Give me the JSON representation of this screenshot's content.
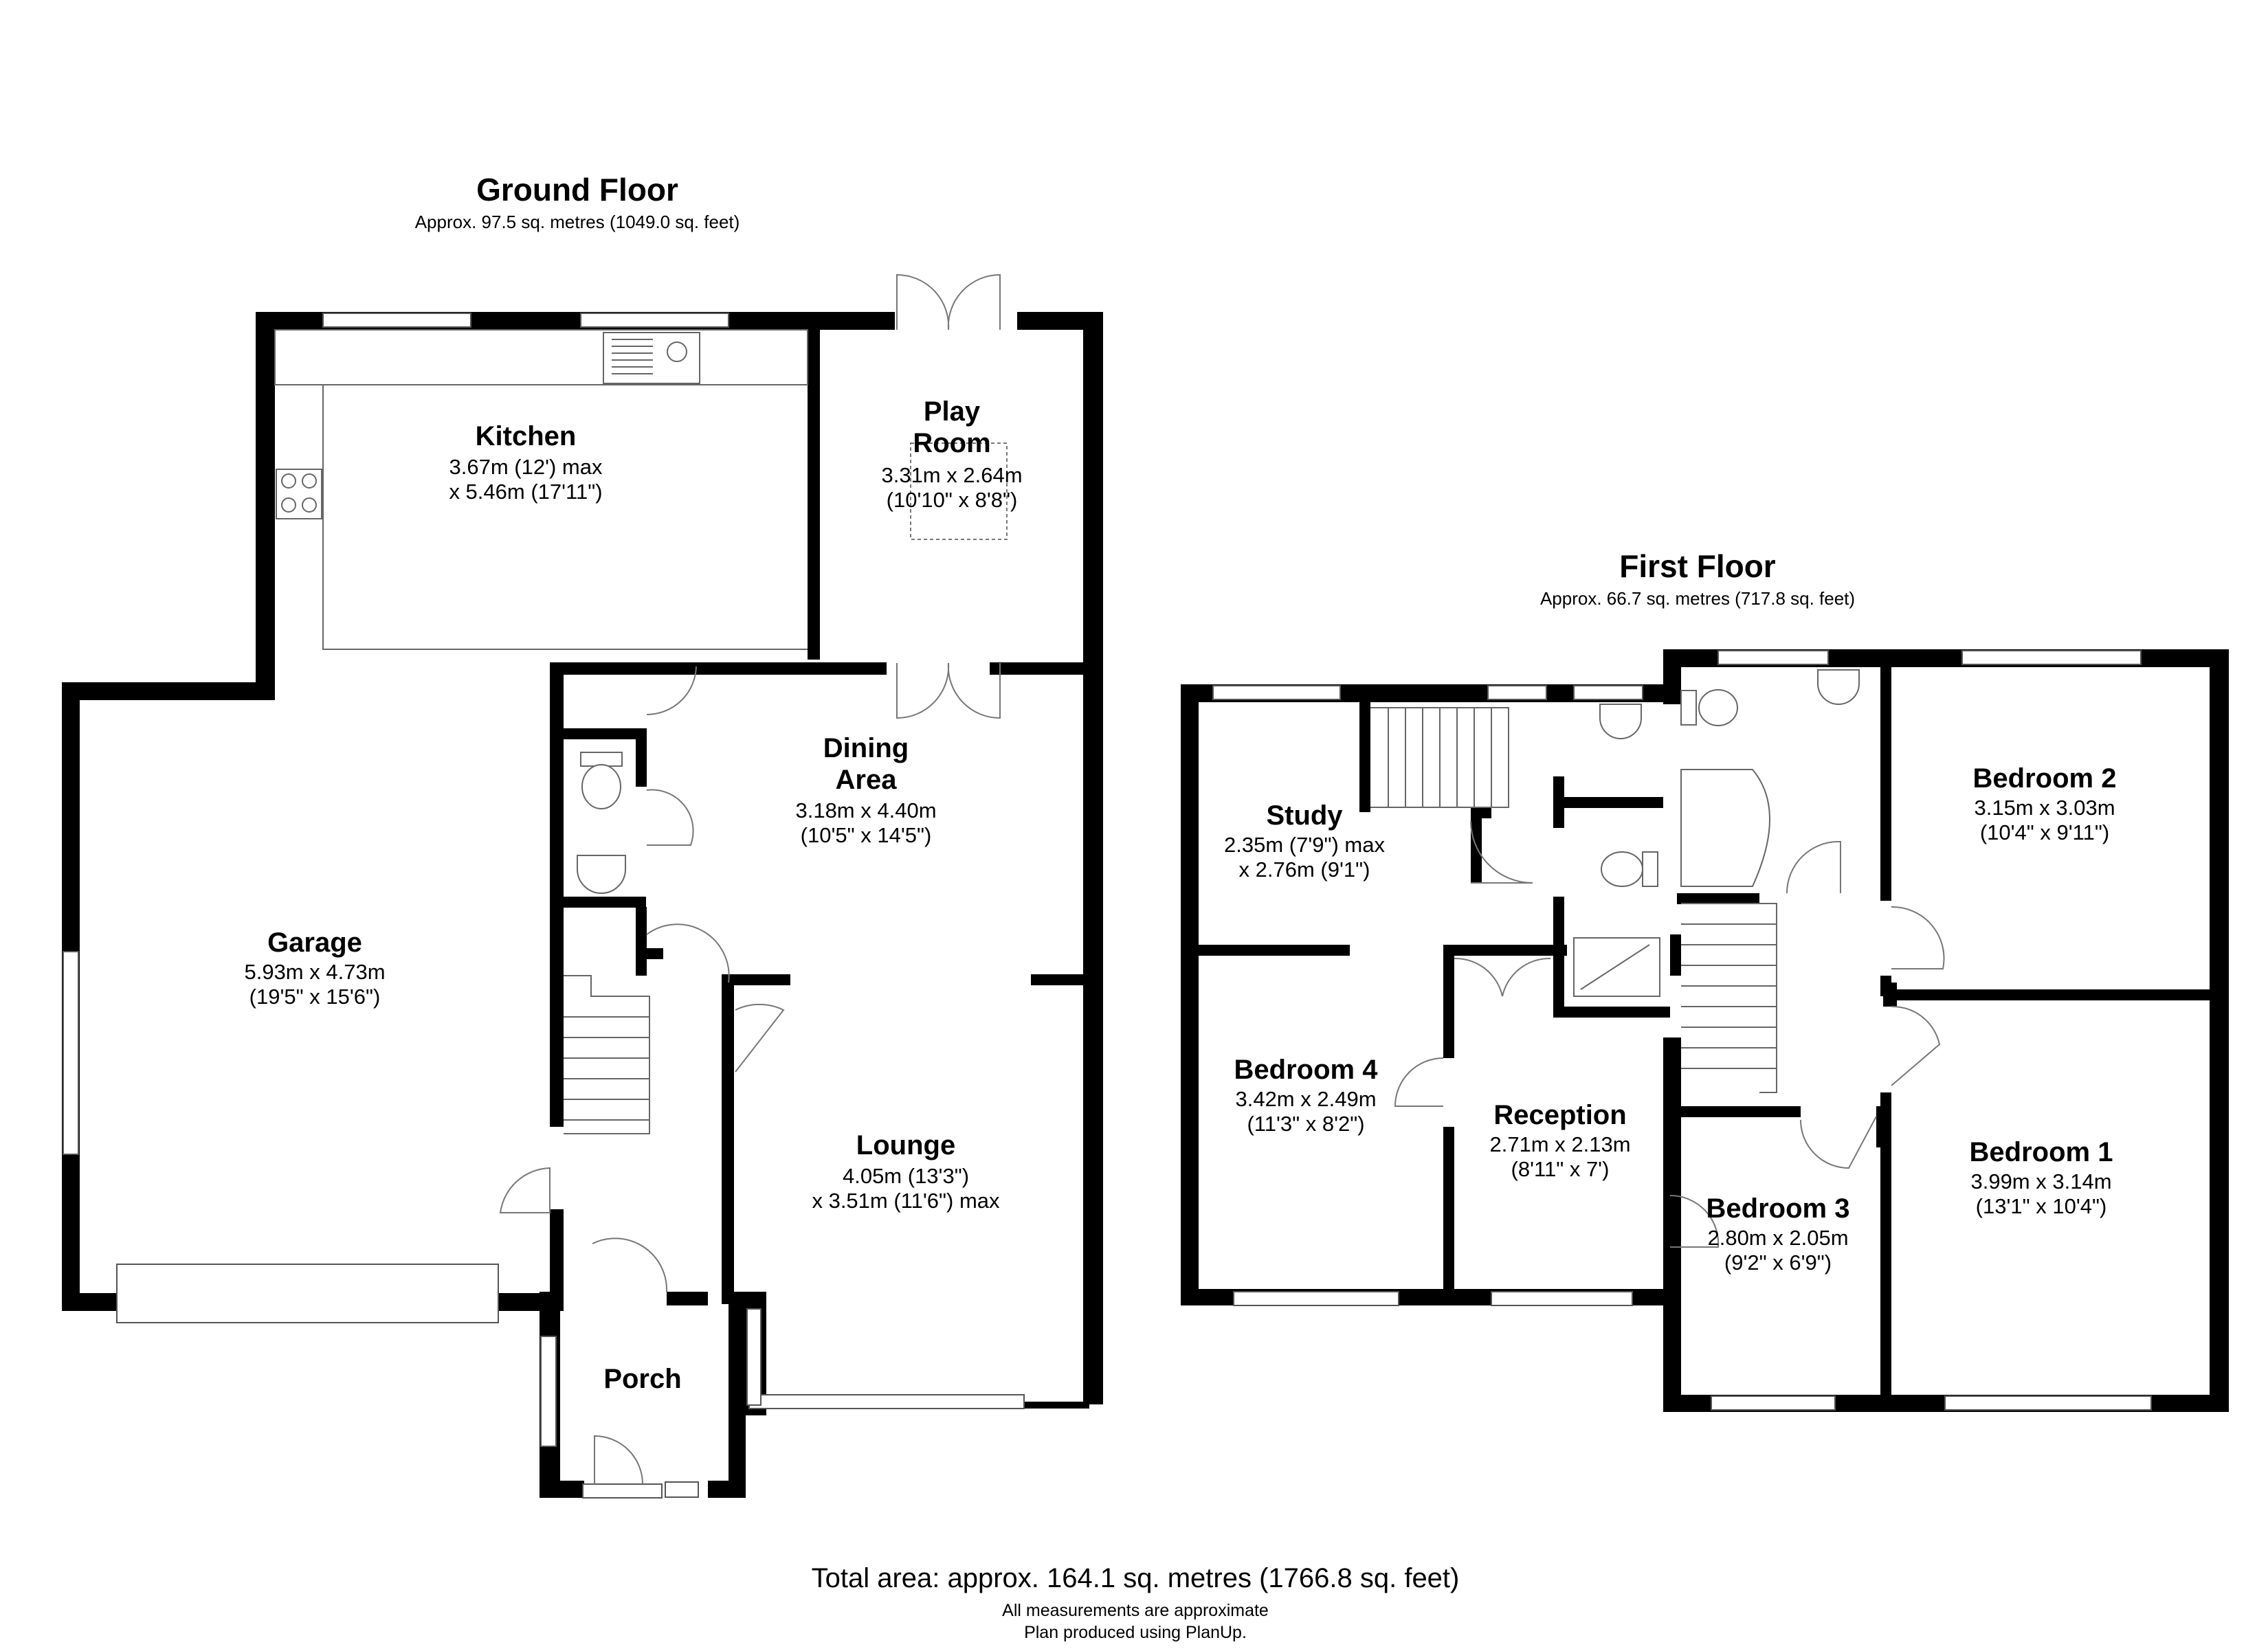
{
  "ground_floor": {
    "title": "Ground Floor",
    "area": "Approx. 97.5 sq. metres (1049.0 sq. feet)",
    "rooms": {
      "kitchen": {
        "name": "Kitchen",
        "dim1": "3.67m (12') max",
        "dim2": "x 5.46m (17'11\")"
      },
      "play_room": {
        "name1": "Play",
        "name2": "Room",
        "dim1": "3.31m x 2.64m",
        "dim2": "(10'10\" x 8'8\")"
      },
      "dining_area": {
        "name1": "Dining",
        "name2": "Area",
        "dim1": "3.18m x 4.40m",
        "dim2": "(10'5\" x 14'5\")"
      },
      "garage": {
        "name": "Garage",
        "dim1": "5.93m x 4.73m",
        "dim2": "(19'5\" x 15'6\")"
      },
      "lounge": {
        "name": "Lounge",
        "dim1": "4.05m (13'3\")",
        "dim2": "x 3.51m (11'6\") max"
      },
      "porch": {
        "name": "Porch"
      }
    }
  },
  "first_floor": {
    "title": "First Floor",
    "area": "Approx. 66.7 sq. metres (717.8 sq. feet)",
    "rooms": {
      "study": {
        "name": "Study",
        "dim1": "2.35m (7'9\") max",
        "dim2": "x 2.76m (9'1\")"
      },
      "bedroom_4": {
        "name": "Bedroom 4",
        "dim1": "3.42m x 2.49m",
        "dim2": "(11'3\" x 8'2\")"
      },
      "reception": {
        "name": "Reception",
        "dim1": "2.71m x 2.13m",
        "dim2": "(8'11\" x 7')"
      },
      "bedroom_2": {
        "name": "Bedroom 2",
        "dim1": "3.15m x 3.03m",
        "dim2": "(10'4\" x 9'11\")"
      },
      "bedroom_1": {
        "name": "Bedroom 1",
        "dim1": "3.99m x 3.14m",
        "dim2": "(13'1\" x 10'4\")"
      },
      "bedroom_3": {
        "name": "Bedroom 3",
        "dim1": "2.80m x 2.05m",
        "dim2": "(9'2\" x 6'9\")"
      }
    }
  },
  "footer": {
    "total": "Total area: approx. 164.1 sq. metres (1766.8 sq. feet)",
    "note1": "All measurements are approximate",
    "note2": "Plan produced using PlanUp."
  },
  "colors": {
    "wall": "#000000",
    "fixture_line": "#666666"
  }
}
